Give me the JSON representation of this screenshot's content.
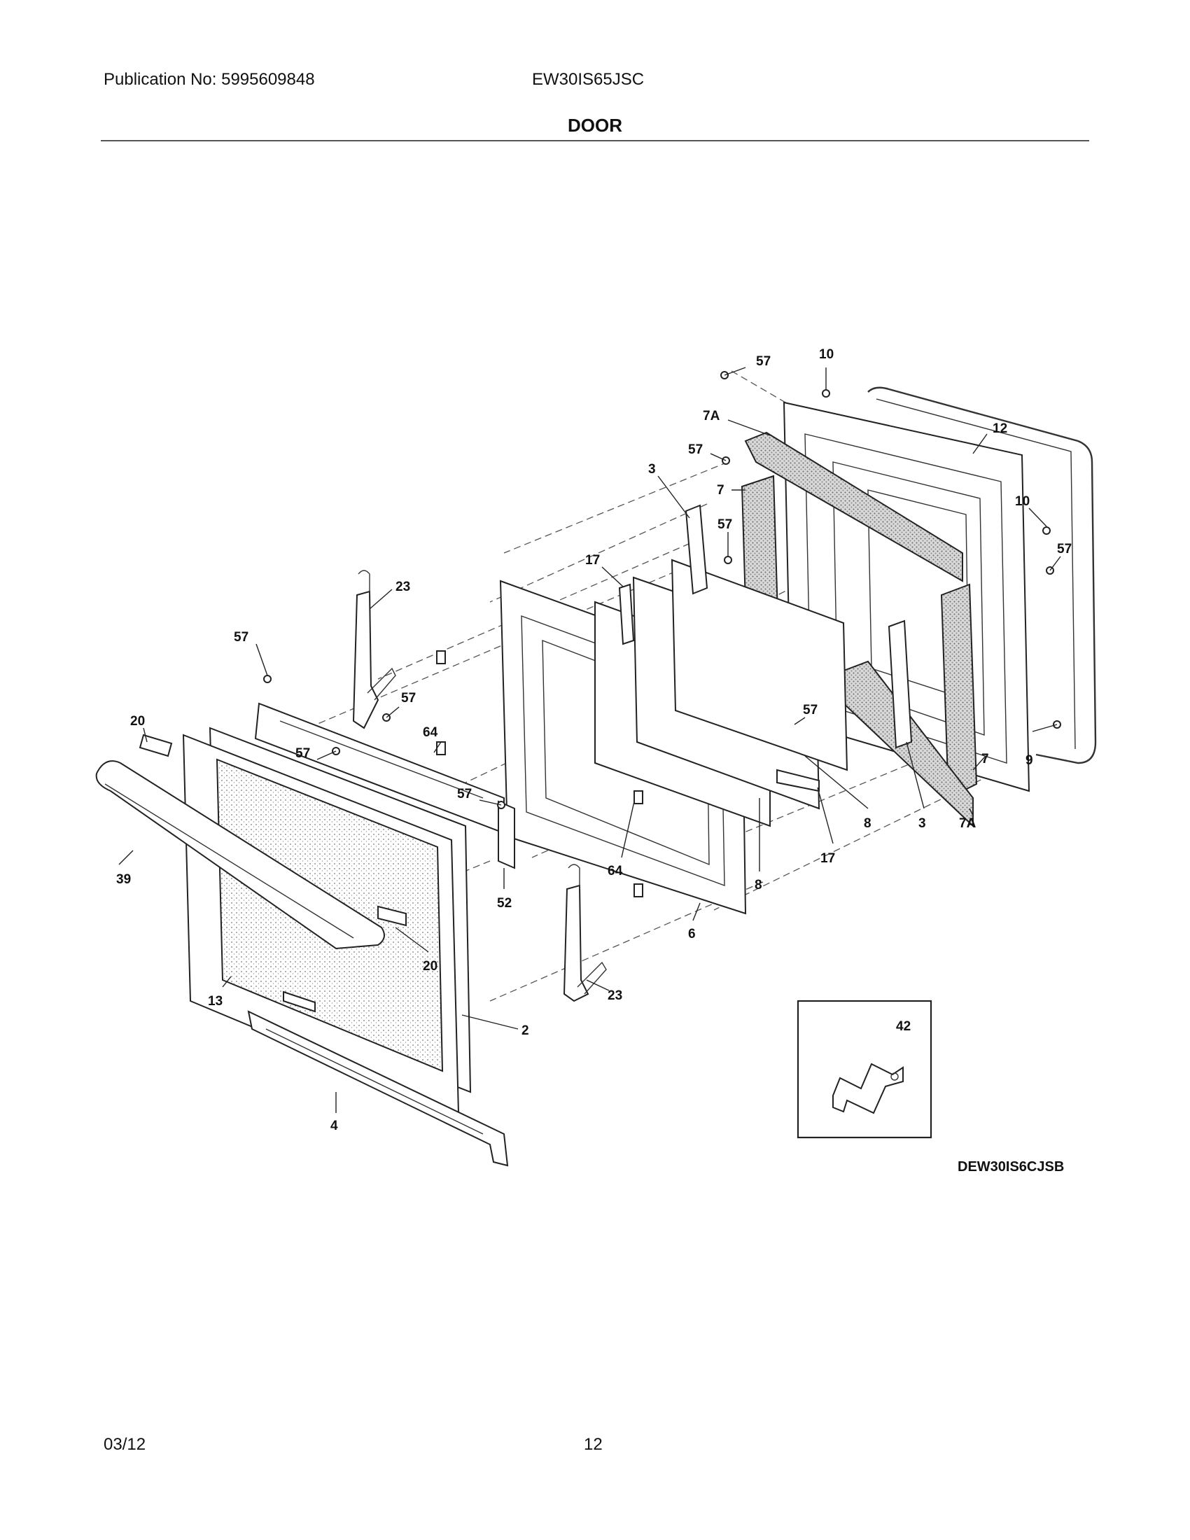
{
  "header": {
    "publication": "Publication No: 5995609848",
    "model": "EW30IS65JSC",
    "title": "DOOR"
  },
  "diagram": {
    "callouts": [
      "57",
      "10",
      "7A",
      "12",
      "57",
      "7",
      "3",
      "57",
      "10",
      "57",
      "17",
      "23",
      "57",
      "57",
      "64",
      "20",
      "57",
      "57",
      "9",
      "7",
      "7A",
      "3",
      "8",
      "17",
      "39",
      "8",
      "52",
      "64",
      "6",
      "20",
      "23",
      "13",
      "2",
      "4",
      "42",
      "57"
    ],
    "inset_part": "42",
    "drawing_code": "DEW30IS6CJSB"
  },
  "footer": {
    "date": "03/12",
    "page": "12"
  }
}
